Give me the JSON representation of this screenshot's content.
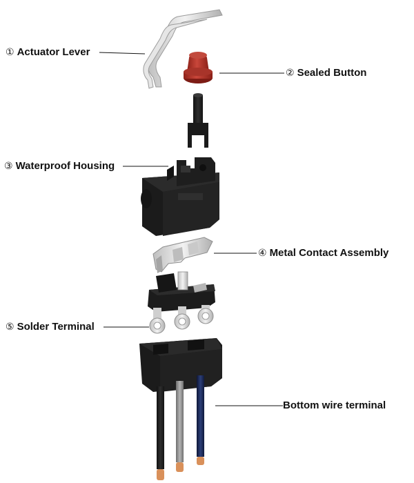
{
  "callouts": [
    {
      "id": "actuator-lever",
      "number": "①",
      "label": "Actuator Lever"
    },
    {
      "id": "sealed-button",
      "number": "②",
      "label": "Sealed Button"
    },
    {
      "id": "waterproof-housing",
      "number": "③",
      "label": "Waterproof Housing"
    },
    {
      "id": "metal-contact-assembly",
      "number": "④",
      "label": "Metal Contact Assembly"
    },
    {
      "id": "solder-terminal",
      "number": "⑤",
      "label": "Solder Terminal"
    },
    {
      "id": "bottom-wire-terminal",
      "number": "",
      "label": "Bottom wire terminal"
    }
  ],
  "colors": {
    "housing": "#1d1d1d",
    "housing_face": "#2a2a2a",
    "button": "#b8352d",
    "metal": "#d6d6d6",
    "metal_shade": "#a9a9a9",
    "wire_black": "#151515",
    "wire_grey": "#8a8a8a",
    "wire_blue": "#1c2a55",
    "copper": "#d9905a"
  }
}
